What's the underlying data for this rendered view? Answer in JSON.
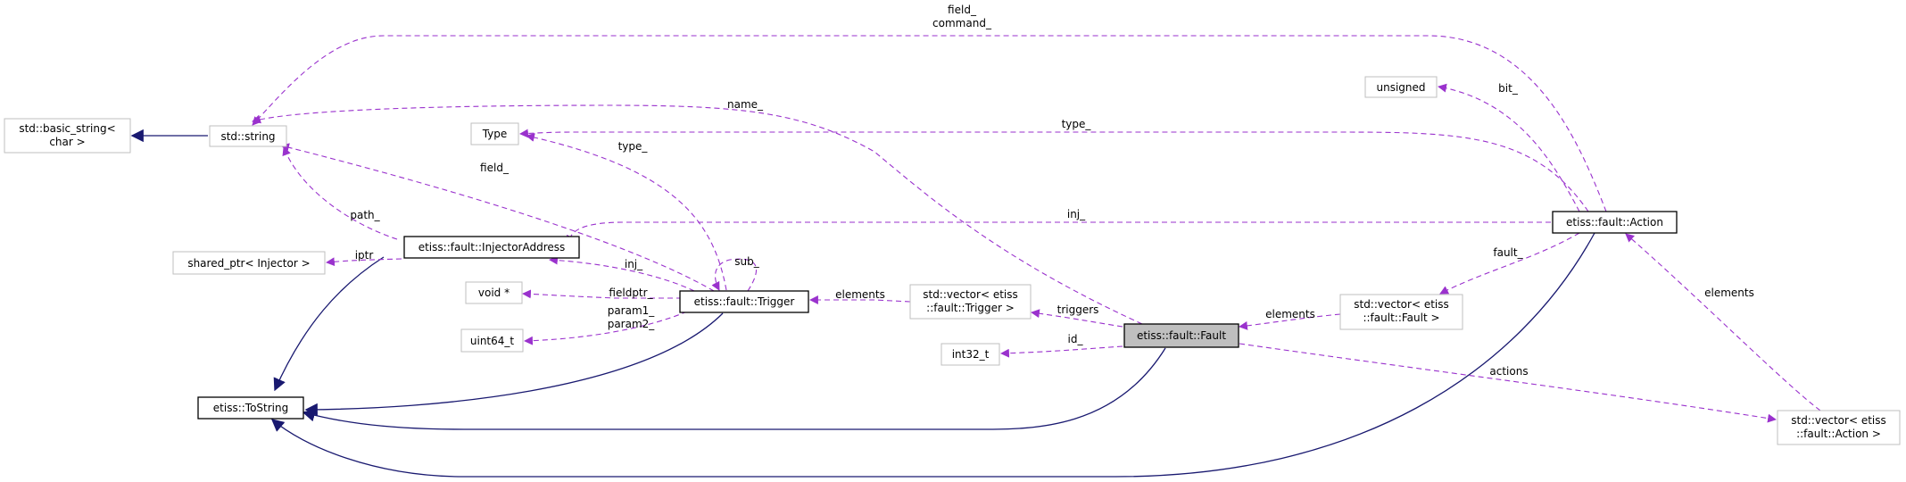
{
  "colors": {
    "dependency_edge": "#9a32cd",
    "inheritance_edge": "#191970",
    "focus_node_fill": "#bfbfbf",
    "gray_node_border": "#bfbfbf"
  },
  "nodes": {
    "basic_string": [
      "std::basic_string<",
      "char >"
    ],
    "std_string": [
      "std::string"
    ],
    "type": [
      "Type"
    ],
    "unsigned": [
      "unsigned"
    ],
    "shared_ptr": [
      "shared_ptr< Injector >"
    ],
    "injector_address": [
      "etiss::fault::InjectorAddress"
    ],
    "void_ptr": [
      "void *"
    ],
    "uint64": [
      "uint64_t"
    ],
    "trigger": [
      "etiss::fault::Trigger"
    ],
    "vector_trigger": [
      "std::vector< etiss",
      "::fault::Trigger >"
    ],
    "int32": [
      "int32_t"
    ],
    "fault": [
      "etiss::fault::Fault"
    ],
    "vector_fault": [
      "std::vector< etiss",
      "::fault::Fault >"
    ],
    "action": [
      "etiss::fault::Action"
    ],
    "vector_action": [
      "std::vector< etiss",
      "::fault::Action >"
    ],
    "tostring": [
      "etiss::ToString"
    ]
  },
  "edge_labels": {
    "field_command": [
      "field_",
      "command_"
    ],
    "name": "name_",
    "bit": "bit_",
    "type_action": "type_",
    "type_trigger": "type_",
    "field_trigger": "field_",
    "inj_action": "inj_",
    "path": "path_",
    "iptr": "iptr",
    "fault": "fault_",
    "sub": "sub_",
    "inj_trigger": "inj_",
    "fieldptr": "fieldptr_",
    "elements_trigger": "elements",
    "param": [
      "param1_",
      "param2_"
    ],
    "triggers": "triggers",
    "elements_fault": "elements",
    "elements_action": "elements",
    "id": "id_",
    "actions": "actions"
  }
}
